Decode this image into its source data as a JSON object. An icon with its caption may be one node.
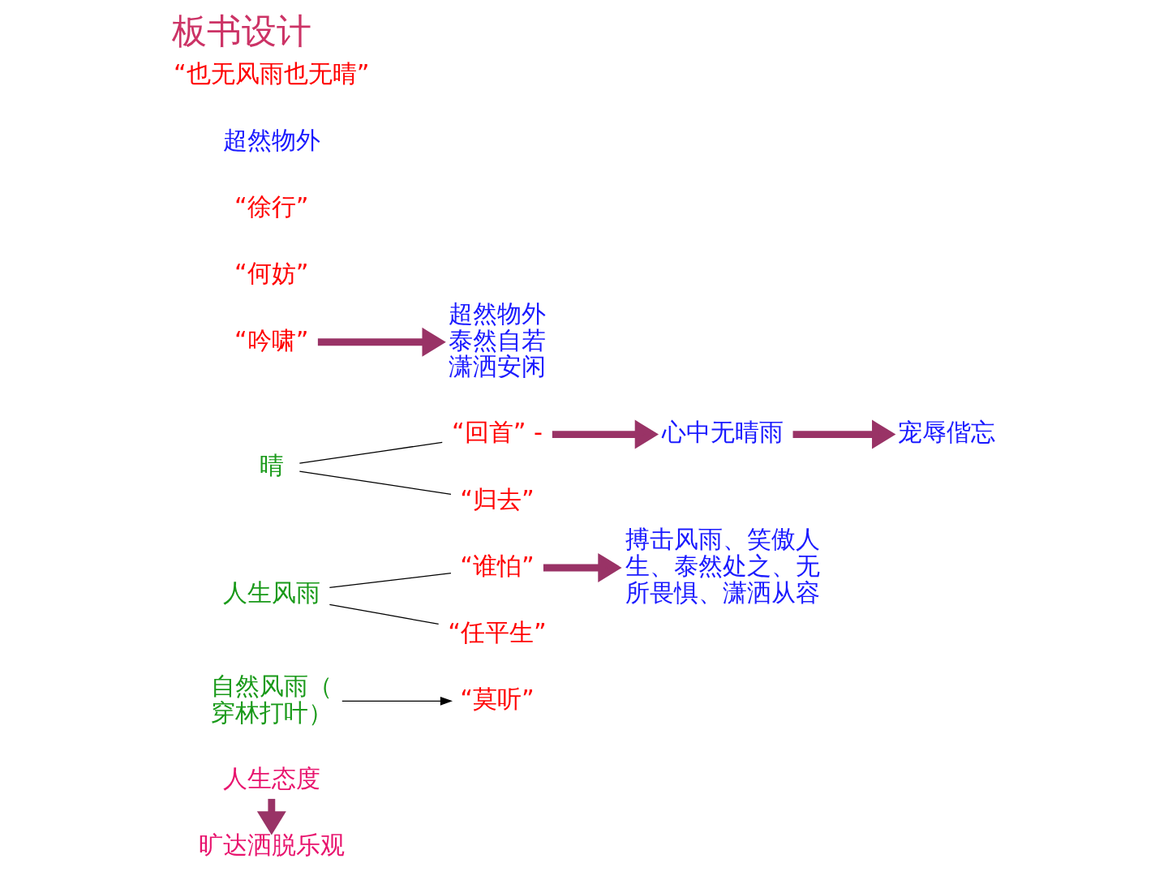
{
  "diagram": {
    "title": "板书设计",
    "nodes": [
      {
        "text": [
          "人生态度"
        ]
      },
      {
        "text": [
          "旷达洒脱乐观"
        ]
      },
      {
        "text": [
          "自然风雨（穿林打叶）"
        ]
      },
      {
        "text": [
          "人生风雨"
        ]
      },
      {
        "text": [
          "晴"
        ]
      },
      {
        "text": [
          "“莫听”"
        ]
      },
      {
        "text": [
          "“吟啸”"
        ]
      },
      {
        "text": [
          "“何妨”"
        ]
      },
      {
        "text": [
          "“徐行”"
        ]
      },
      {
        "text": [
          "超然物外",
          "泰然自若",
          "潇洒安闲"
        ]
      },
      {
        "text": [
          "“谁怕”"
        ]
      },
      {
        "text": [
          "“任平生”"
        ]
      },
      {
        "text": [
          "搏击风雨、笑傲人生、泰然处之、无所畏惧、潇洒从容"
        ]
      },
      {
        "text": [
          "“回首” -"
        ]
      },
      {
        "text": [
          "“归去”"
        ]
      },
      {
        "text": [
          "心中无晴雨"
        ]
      },
      {
        "text": [
          "宠辱偕忘"
        ]
      },
      {
        "text": [
          "超然物外"
        ]
      }
    ],
    "edges": [
      {
        "from": 0,
        "to": 1,
        "arrow": "to",
        "style": "thick",
        "color": "#993366"
      },
      {
        "from": 2,
        "to": 5,
        "arrow": "to",
        "color": "#000000"
      },
      {
        "from": 6,
        "to": 9,
        "arrow": "to",
        "style": "thick",
        "color": "#993366"
      },
      {
        "from": 3,
        "to": 10,
        "arrow": "none",
        "color": "#000000"
      },
      {
        "from": 3,
        "to": 11,
        "arrow": "none",
        "color": "#000000"
      },
      {
        "from": 10,
        "to": 12,
        "arrow": "to",
        "style": "thick",
        "color": "#993366"
      },
      {
        "from": 4,
        "to": 13,
        "arrow": "none",
        "color": "#000000"
      },
      {
        "from": 4,
        "to": 14,
        "arrow": "none",
        "color": "#000000"
      },
      {
        "from": 13,
        "to": 15,
        "arrow": "to",
        "style": "thick",
        "color": "#993366"
      },
      {
        "from": 15,
        "to": 16,
        "arrow": "to",
        "style": "thick",
        "color": "#993366"
      }
    ],
    "labels": [
      "“也无风雨也无晴”"
    ]
  }
}
